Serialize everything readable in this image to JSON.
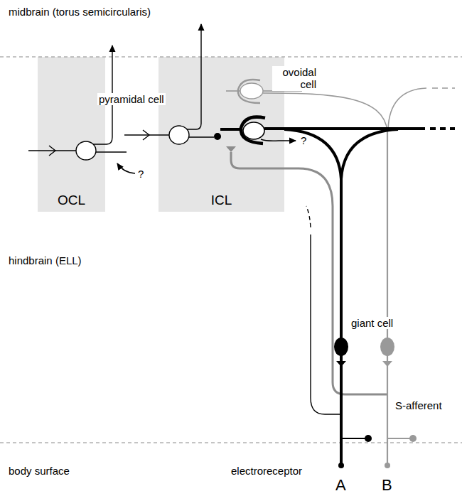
{
  "diagram": {
    "nodes": [
      {
        "text": [
          "OCL"
        ]
      },
      {
        "text": [
          "ICL"
        ]
      }
    ],
    "labels": [
      "midbrain (torus semicircularis)",
      "pyramidal cell",
      "ovoidal cell",
      "?",
      "?",
      "hindbrain (ELL)",
      "giant cell",
      "S-afferent",
      "body surface",
      "electroreceptor",
      "A",
      "B"
    ]
  }
}
